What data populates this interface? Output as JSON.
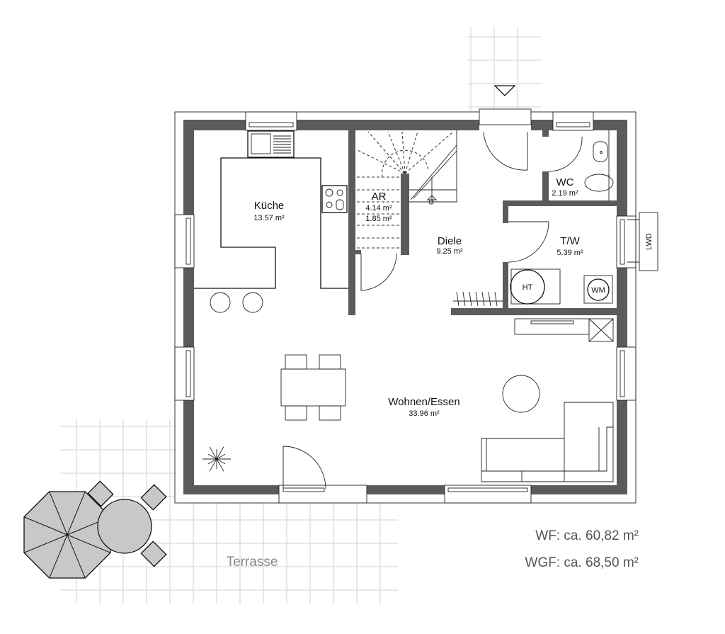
{
  "plan": {
    "rooms": [
      {
        "name": "Küche",
        "area": "13.57 m²"
      },
      {
        "name": "AR",
        "area": "4.14 m²",
        "area2": "1.85 m²"
      },
      {
        "name": "Diele",
        "area": "9.25 m²"
      },
      {
        "name": "WC",
        "area": "2.19 m²"
      },
      {
        "name": "T/W",
        "area": "5.39 m²"
      },
      {
        "name": "Wohnen/Essen",
        "area": "33.96 m²"
      }
    ],
    "appliances": {
      "dryer": "HT",
      "washer": "WM",
      "ventilation": "LWD"
    },
    "terrace": "Terrasse",
    "summary": {
      "wf": "WF: ca. 60,82 m²",
      "wgf": "WGF: ca. 68,50 m²"
    },
    "colors": {
      "wall": "#5b5b5b",
      "grid": "#d9d9d9",
      "terrace_furniture": "#c8c8c8"
    }
  }
}
